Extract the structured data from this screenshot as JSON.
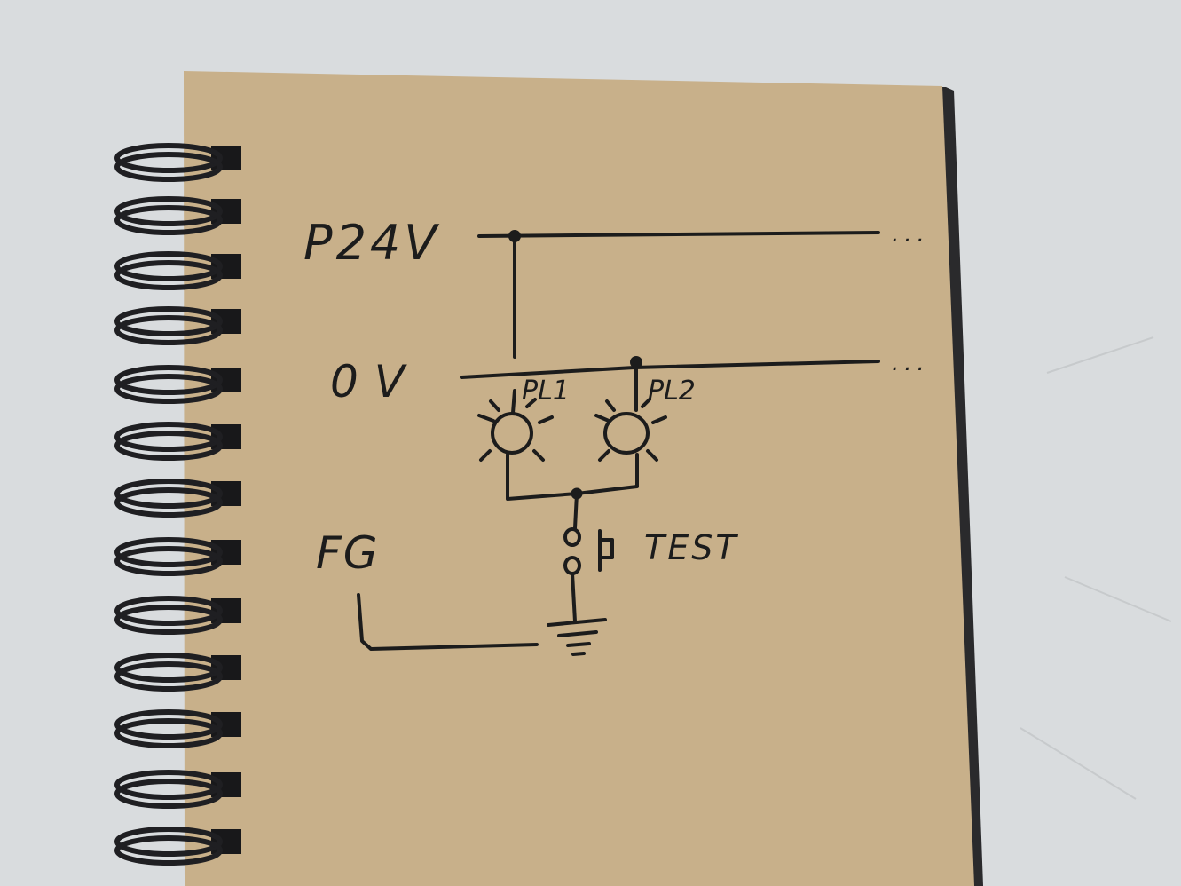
{
  "colors": {
    "desk": "#d9dcde",
    "paper": "#c8b08a",
    "ink": "#1c1c1c",
    "cover": "#2a2a2c",
    "spiral": "#1f1f22"
  },
  "diagram": {
    "rail_top_label": "P24V",
    "rail_bottom_label": "0V",
    "continuation": "...",
    "lamp_1_label": "PL1",
    "lamp_2_label": "PL2",
    "switch_label": "TEST",
    "frame_ground_label": "FG"
  },
  "icons": {
    "lamp": "indicator-lamp-icon",
    "switch": "pushbutton-switch-icon",
    "ground": "ground-symbol-icon"
  }
}
